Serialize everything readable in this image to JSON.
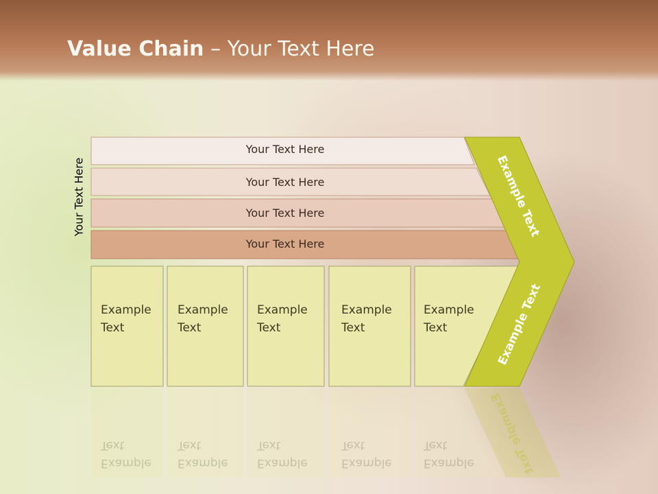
{
  "title": {
    "bold": "Value Chain",
    "rest": " – Your Text Here"
  },
  "side_label": "Your Text Here",
  "rows": [
    "Your Text Here",
    "Your Text Here",
    "Your Text Here",
    "Your Text Here"
  ],
  "boxes": [
    {
      "line1": "Example",
      "line2": "Text"
    },
    {
      "line1": "Example",
      "line2": "Text"
    },
    {
      "line1": "Example",
      "line2": "Text"
    },
    {
      "line1": "Example",
      "line2": "Text"
    },
    {
      "line1": "Example",
      "line2": "Text"
    }
  ],
  "arrow_top_label": "Example Text",
  "arrow_bottom_label": "Example Text",
  "colors": {
    "title_bar": "#9a6141",
    "row_fills": [
      "#f4ebe6",
      "#f0ddd2",
      "#e9cbbb",
      "#d9a889"
    ],
    "box_fill": "#ebeaac",
    "arrow_fill": "#c5c933"
  }
}
